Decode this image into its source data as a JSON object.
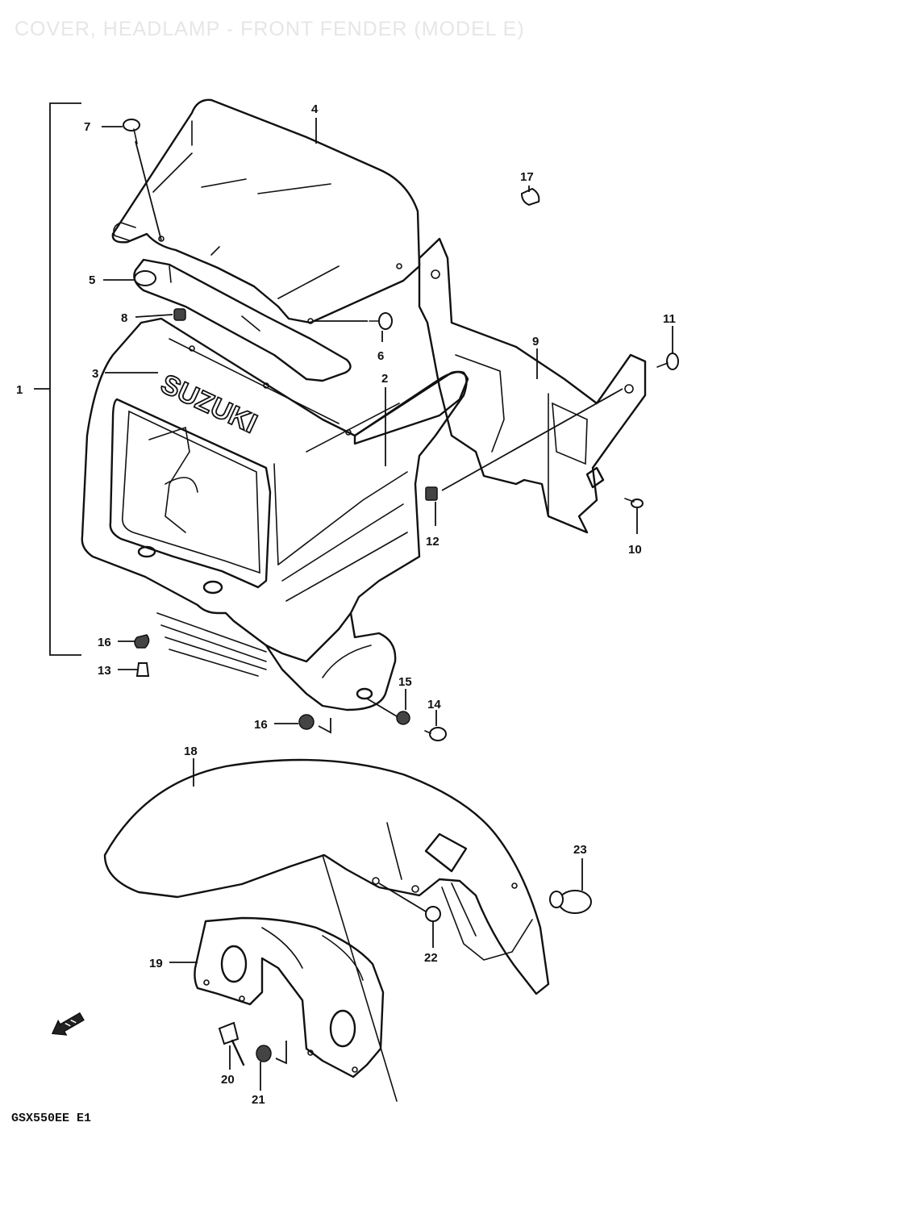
{
  "title": "COVER, HEADLAMP - FRONT FENDER (MODEL E)",
  "brand_logo": "SUZUKI",
  "model_code": "GSX550EE E1",
  "callouts": {
    "p1": "1",
    "p2": "2",
    "p3": "3",
    "p4": "4",
    "p5": "5",
    "p6": "6",
    "p7": "7",
    "p8": "8",
    "p9": "9",
    "p10": "10",
    "p11": "11",
    "p12": "12",
    "p13": "13",
    "p14": "14",
    "p15": "15",
    "p16a": "16",
    "p16b": "16",
    "p17": "17",
    "p18": "18",
    "p19": "19",
    "p20": "20",
    "p21": "21",
    "p22": "22",
    "p23": "23"
  },
  "colors": {
    "ink": "#111111",
    "title": "#e6e6e6",
    "background": "#ffffff"
  },
  "icons": {
    "front_direction": "front-arrow-icon"
  }
}
